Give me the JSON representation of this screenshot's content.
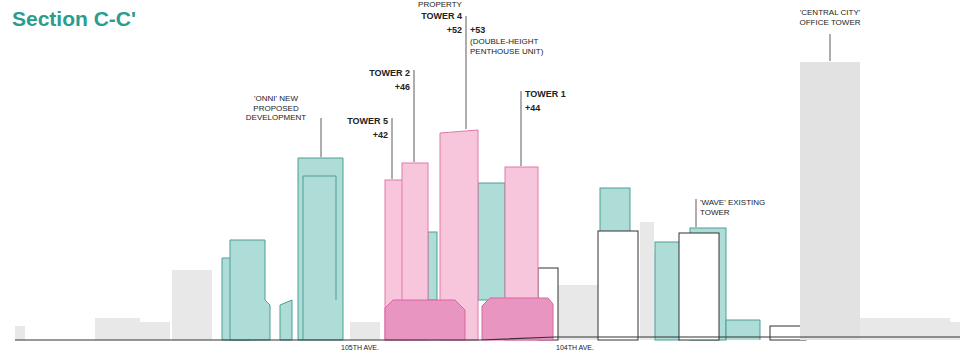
{
  "diagram": {
    "title": "Section C-C'",
    "labels": [
      "PROPERTY",
      "TOWER 4",
      "+52",
      "+53",
      "(DOUBLE-HEIGHT PENTHOUSE UNIT)",
      "TOWER 2",
      "+46",
      "TOWER 5",
      "+42",
      "TOWER 1",
      "+44",
      "'ONNI' NEW PROPOSED DEVELOPMENT",
      "'CENTRAL CITY' OFFICE TOWER",
      "'WAVE' EXISTING TOWER",
      "105TH AVE.",
      "104TH AVE."
    ]
  }
}
